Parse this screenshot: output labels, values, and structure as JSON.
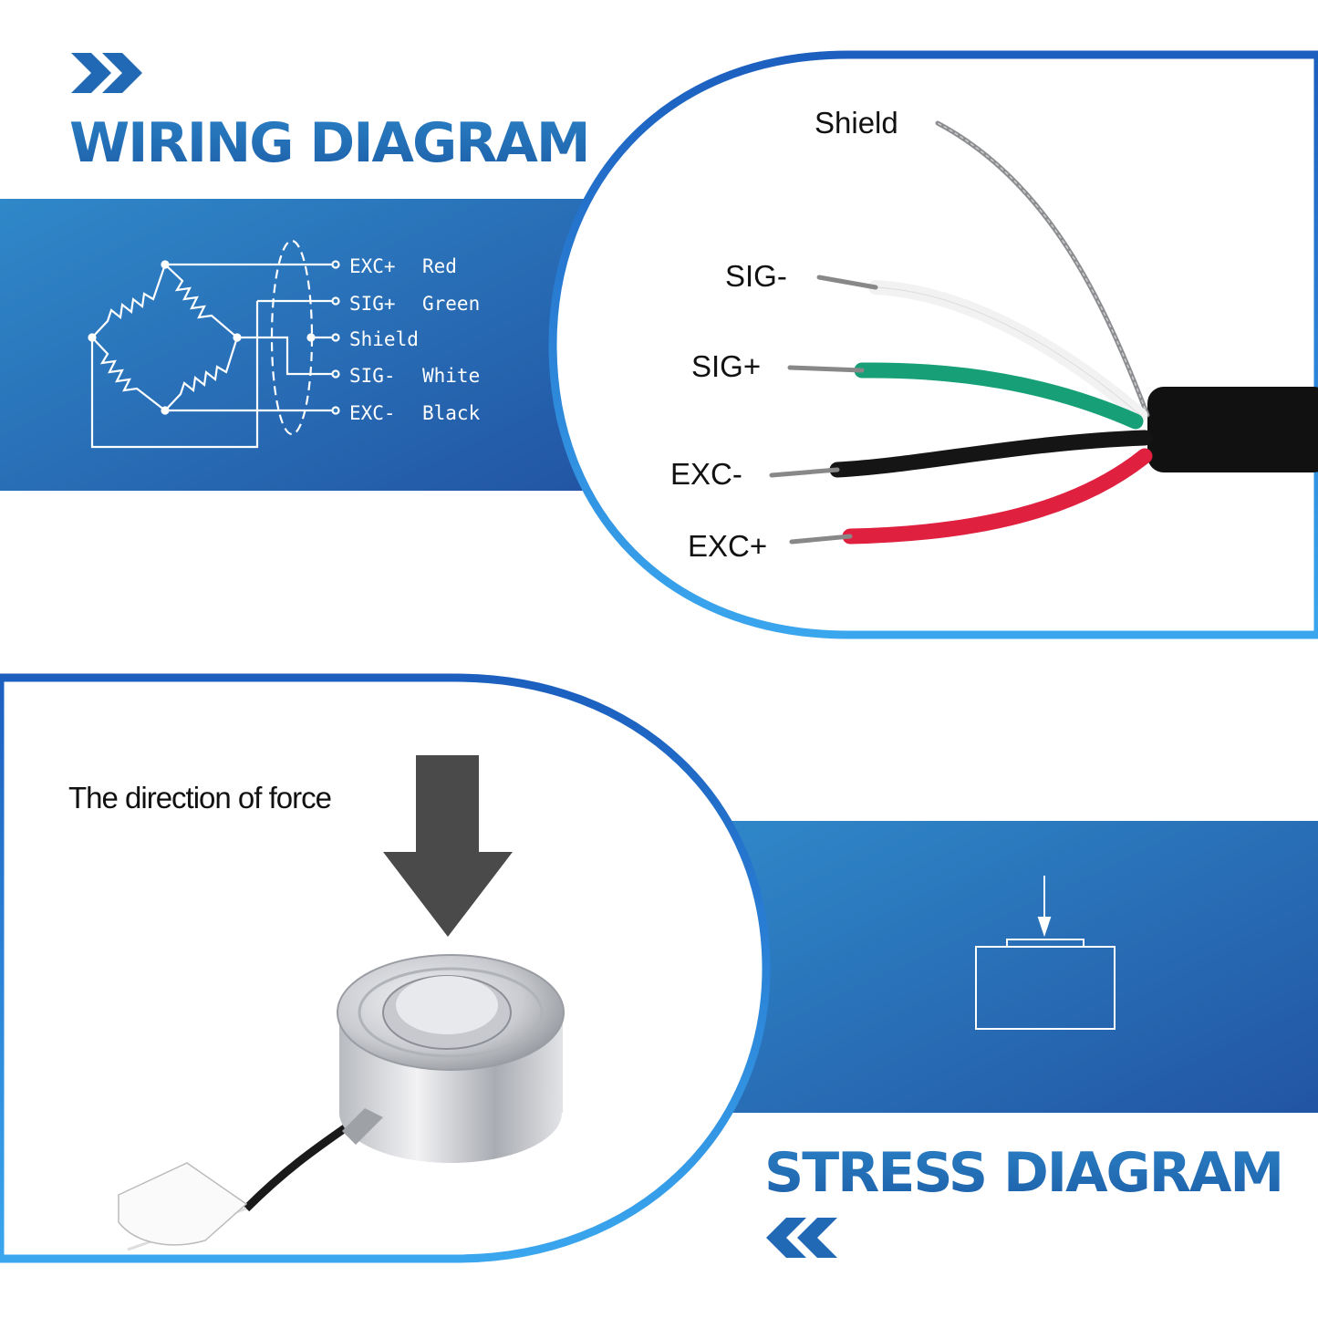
{
  "wiring": {
    "title": "WIRING DIAGRAM",
    "legend": [
      {
        "signal": "EXC+",
        "color": "Red"
      },
      {
        "signal": "SIG+",
        "color": "Green"
      },
      {
        "signal": "Shield",
        "color": ""
      },
      {
        "signal": "SIG-",
        "color": "White"
      },
      {
        "signal": "EXC-",
        "color": "Black"
      }
    ],
    "photo_labels": {
      "shield": "Shield",
      "sig_minus": "SIG-",
      "sig_plus": "SIG+",
      "exc_minus": "EXC-",
      "exc_plus": "EXC+"
    }
  },
  "stress": {
    "title": "STRESS DIAGRAM",
    "force_label": "The direction of force"
  },
  "colors": {
    "brand_blue": "#1f6db4",
    "band_light": "#2f88c9",
    "band_dark": "#2255a4",
    "arrow_gray": "#4a4a4a",
    "wire_red": "#e0203f",
    "wire_green": "#17a078",
    "wire_black": "#151515"
  }
}
